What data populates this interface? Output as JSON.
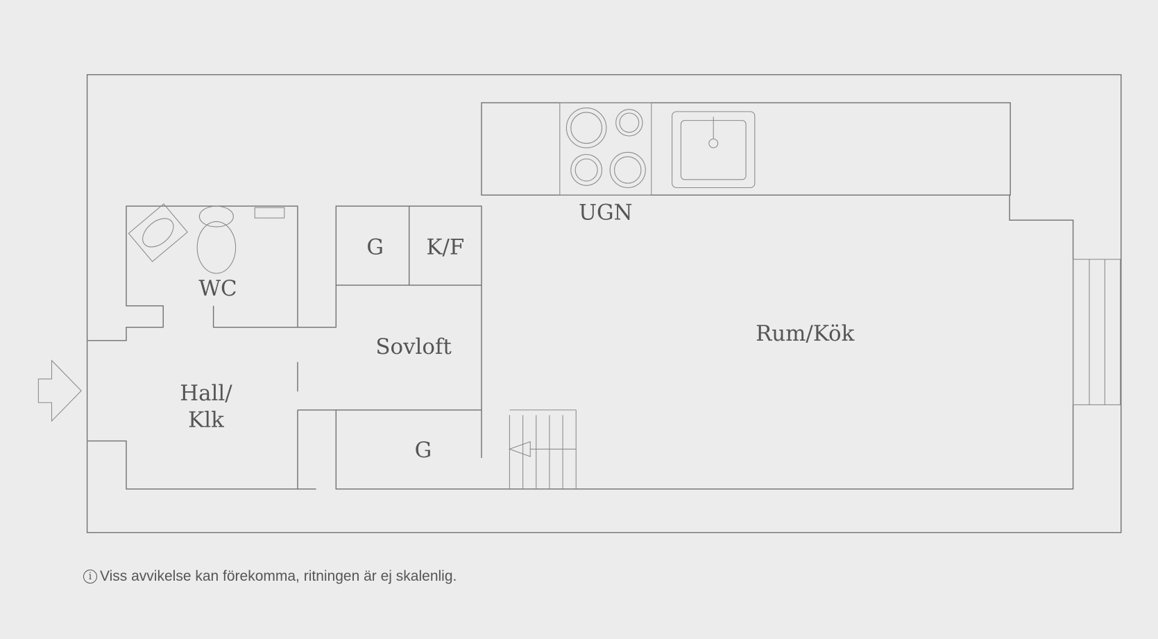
{
  "rooms": {
    "ugn": "UGN",
    "g_top": "G",
    "kf": "K/F",
    "wc": "WC",
    "sovloft": "Sovloft",
    "rum_kok": "Rum/Kök",
    "hall_line1": "Hall/",
    "hall_line2": "Klk",
    "g_bottom": "G"
  },
  "note": {
    "icon": "info-icon",
    "text": "Viss avvikelse kan förekomma, ritningen är ej skalenlig."
  }
}
